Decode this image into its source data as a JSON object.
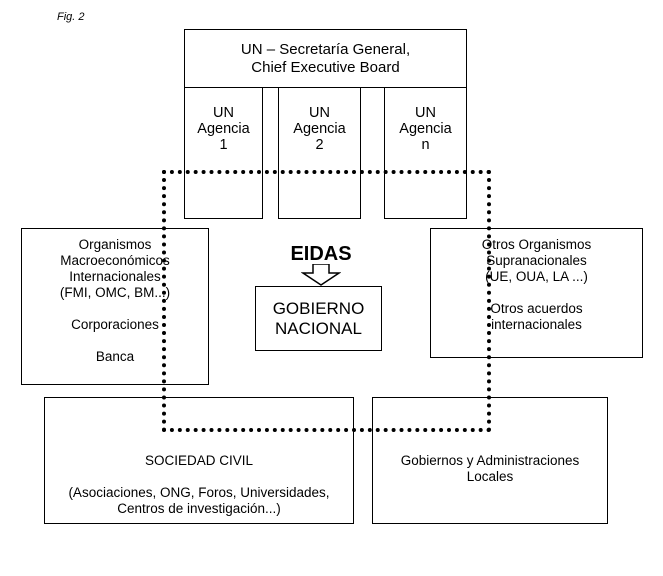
{
  "figure_label": "Fig. 2",
  "un_secretariat": {
    "line1": "UN – Secretaría General,",
    "line2": "Chief Executive Board"
  },
  "agencies": [
    {
      "line1": "UN",
      "line2": "Agencia",
      "line3": "1"
    },
    {
      "line1": "UN",
      "line2": "Agencia",
      "line3": "2"
    },
    {
      "line1": "UN",
      "line2": "Agencia",
      "line3": "n"
    }
  ],
  "macro_box": {
    "line1": "Organismos",
    "line2": "Macroeconómicos",
    "line3": "Internacionales",
    "line4": "(FMI, OMC, BM...)",
    "line5": "Corporaciones",
    "line6": "Banca"
  },
  "supra_box": {
    "line1": "Otros Organismos",
    "line2": "Supranacionales",
    "line3": "(UE, OUA, LA ...)",
    "line4": "Otros acuerdos",
    "line5": "internacionales"
  },
  "eidas_label": "EIDAS",
  "gobierno_nacional": {
    "line1": "GOBIERNO",
    "line2": "NACIONAL"
  },
  "sociedad_civil": {
    "line1": "SOCIEDAD CIVIL",
    "line2": "(Asociaciones, ONG, Foros, Universidades,",
    "line3": "Centros de investigación...)"
  },
  "gobiernos_locales": {
    "line1": "Gobiernos y Administraciones",
    "line2": "Locales"
  }
}
